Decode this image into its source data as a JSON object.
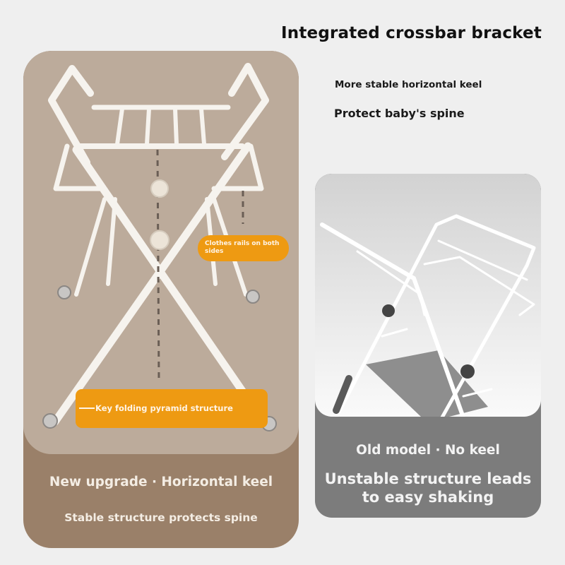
{
  "header": {
    "title": "Integrated crossbar bracket",
    "subtitle_1": "More stable horizontal keel",
    "subtitle_2": "Protect baby's spine"
  },
  "new_model_card": {
    "image": "white-folding-baby-bath-stand-with-crossbar",
    "badges": {
      "rails": "Clothes rails on both sides",
      "folding": "Key folding pyramid structure"
    },
    "caption_1": "New upgrade · Horizontal keel",
    "caption_2": "Stable structure protects spine"
  },
  "old_model_card": {
    "image": "old-folding-bath-stand-without-keel",
    "caption_1": "Old model · No keel",
    "caption_2": "Unstable structure leads to easy shaking"
  },
  "colors": {
    "background": "#efefef",
    "new_card_bg": "#9a8069",
    "new_card_photo_bg": "#bcab9b",
    "badge_orange": "#ee9a12",
    "old_card_bg": "#7c7c7c"
  }
}
